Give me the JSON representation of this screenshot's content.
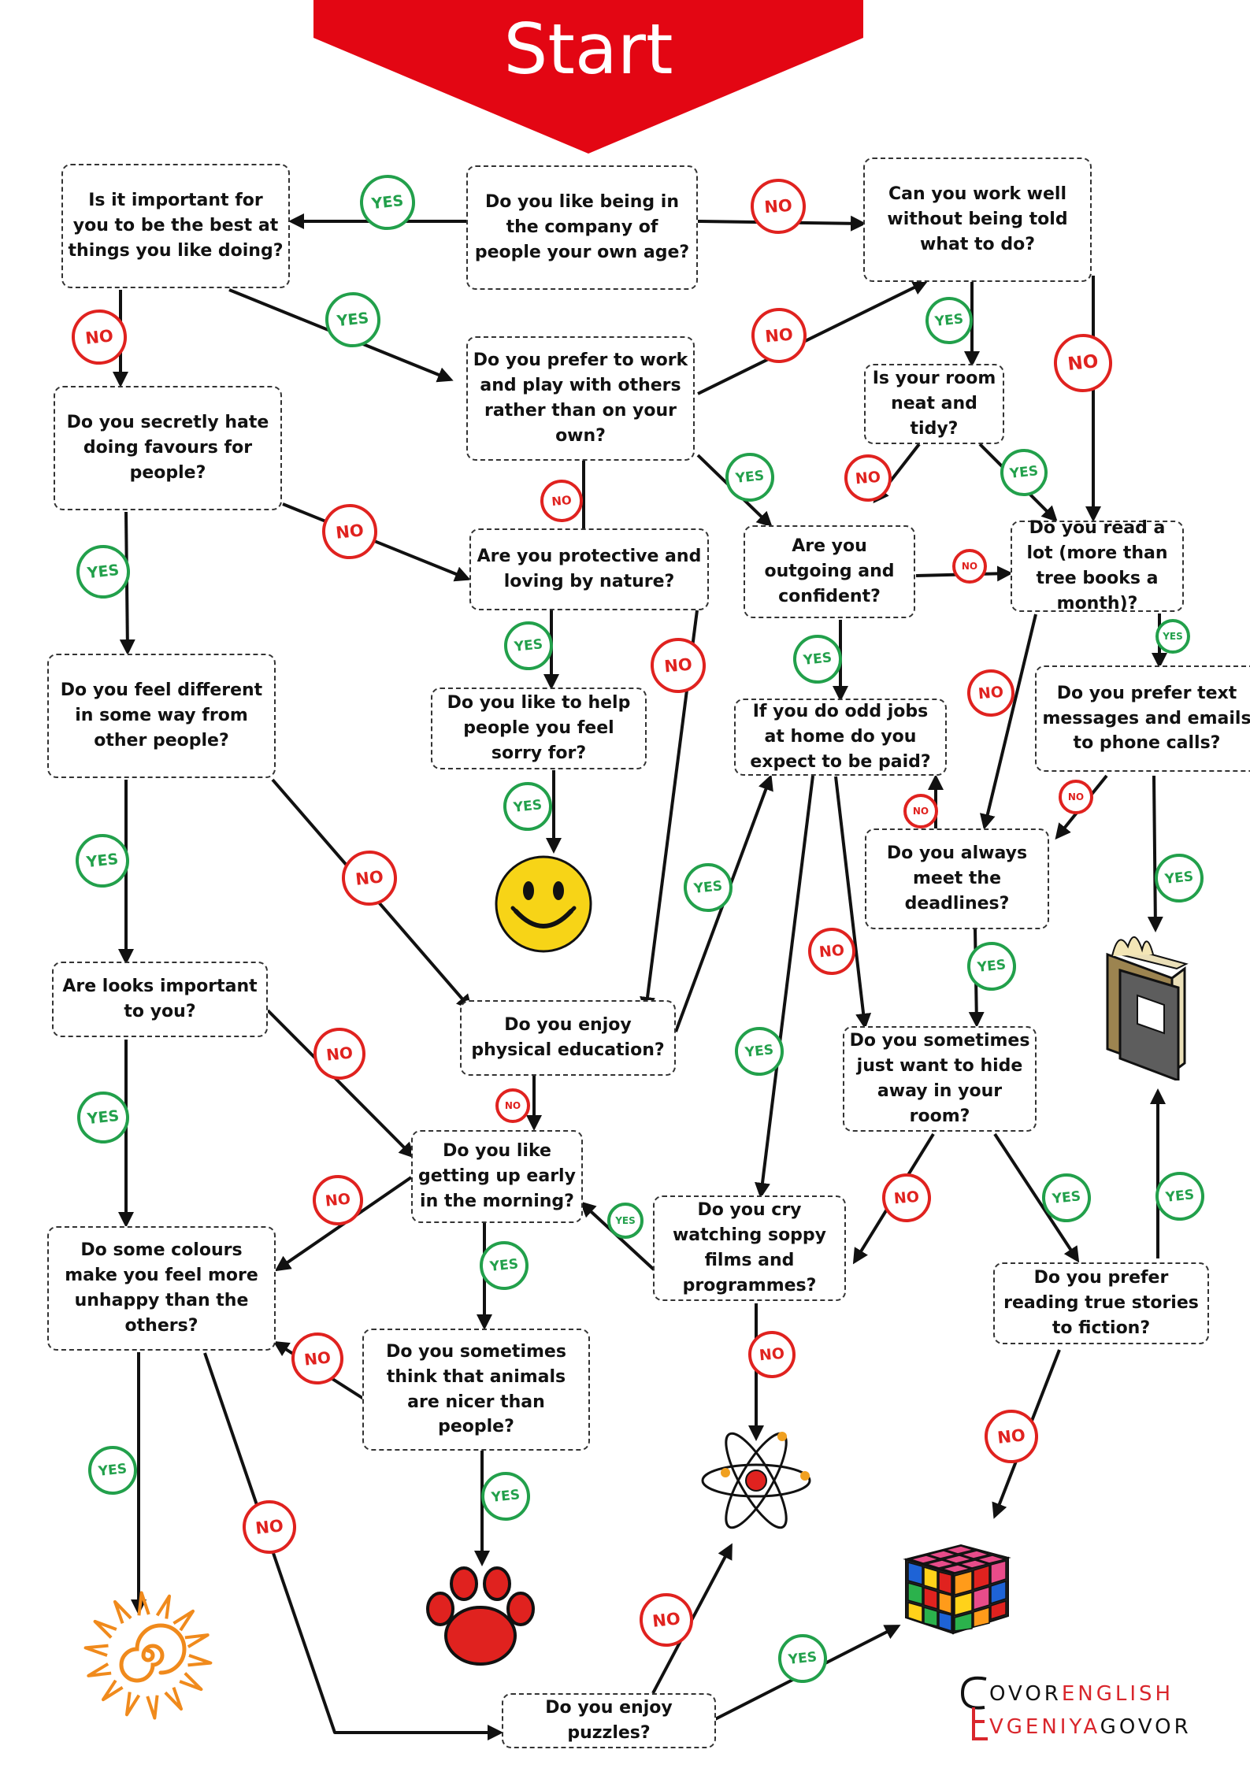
{
  "start": {
    "label": "Start",
    "color": "#e30613"
  },
  "colors": {
    "yes": "#22a04b",
    "no": "#e0221f",
    "line": "#111111"
  },
  "badge_labels": {
    "yes": "YES",
    "no": "NO"
  },
  "questions": {
    "q_company": "Do you like being in the company of people your own age?",
    "q_best": "Is it important for you to be the best at things you like doing?",
    "q_work_well": "Can you work well without being told what to do?",
    "q_prefer_work": "Do you prefer to work and play with others rather than on your own?",
    "q_room": "Is your room neat and tidy?",
    "q_hate_favours": "Do you secretly hate doing favours for people?",
    "q_protective": "Are you protective and loving by nature?",
    "q_outgoing": "Are you outgoing and confident?",
    "q_read": "Do you read a lot (more than tree books a month)?",
    "q_different": "Do you feel different in some way from other people?",
    "q_help": "Do you like to help people you feel sorry for?",
    "q_odd_jobs": "If you do odd jobs at home do you expect to be paid?",
    "q_text": "Do you prefer text messages and emails to phone calls?",
    "q_deadlines": "Do you always meet the deadlines?",
    "q_looks": "Are looks important to you?",
    "q_physical": "Do you enjoy physical education?",
    "q_hide": "Do you sometimes just want to hide away in your room?",
    "q_early": "Do you like getting up early in the morning?",
    "q_cry": "Do you cry watching soppy films and programmes?",
    "q_colours": "Do some colours make you feel more unhappy than the others?",
    "q_true_stories": "Do you prefer reading true stories to fiction?",
    "q_animals": "Do you sometimes think that animals are nicer than people?",
    "q_puzzles": "Do you enjoy puzzles?"
  },
  "outcomes": [
    "smiley-face-icon",
    "book-icon",
    "atom-icon",
    "paw-print-icon",
    "sun-icon",
    "rubiks-cube-icon"
  ],
  "logo": {
    "line1_dark": "OVOR",
    "line1_red": "ENGLISH",
    "line2_red": "VGENIYA",
    "line2_dark": "GOVOR",
    "dark_color": "#111111",
    "red_color": "#d9262c"
  }
}
